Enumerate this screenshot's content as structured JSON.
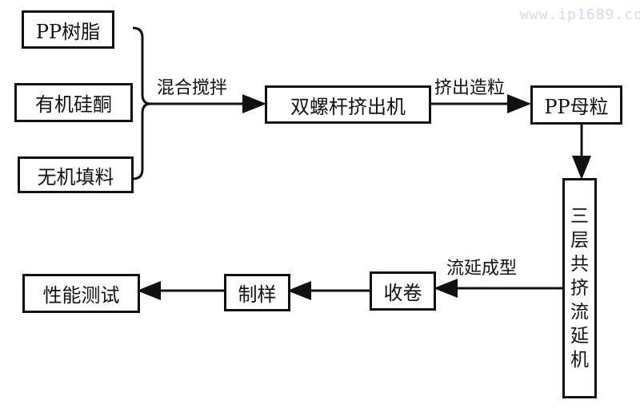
{
  "watermark": "www.ip1689.com",
  "inputs": [
    {
      "id": "pp-resin",
      "label": "PP树脂"
    },
    {
      "id": "silicone",
      "label": "有机硅酮"
    },
    {
      "id": "inorganic-filler",
      "label": "无机填料"
    }
  ],
  "steps": {
    "twin_screw": "双螺杆挤出机",
    "pp_masterbatch": "PP母粒",
    "coextrusion_chars": [
      "三",
      "层",
      "共",
      "挤",
      "流",
      "延",
      "机"
    ],
    "winding": "收卷",
    "sampling": "制样",
    "testing": "性能测试"
  },
  "edge_labels": {
    "mixing": "混合搅拌",
    "extrusion_pelletizing": "挤出造粒",
    "cast_forming": "流延成型"
  }
}
